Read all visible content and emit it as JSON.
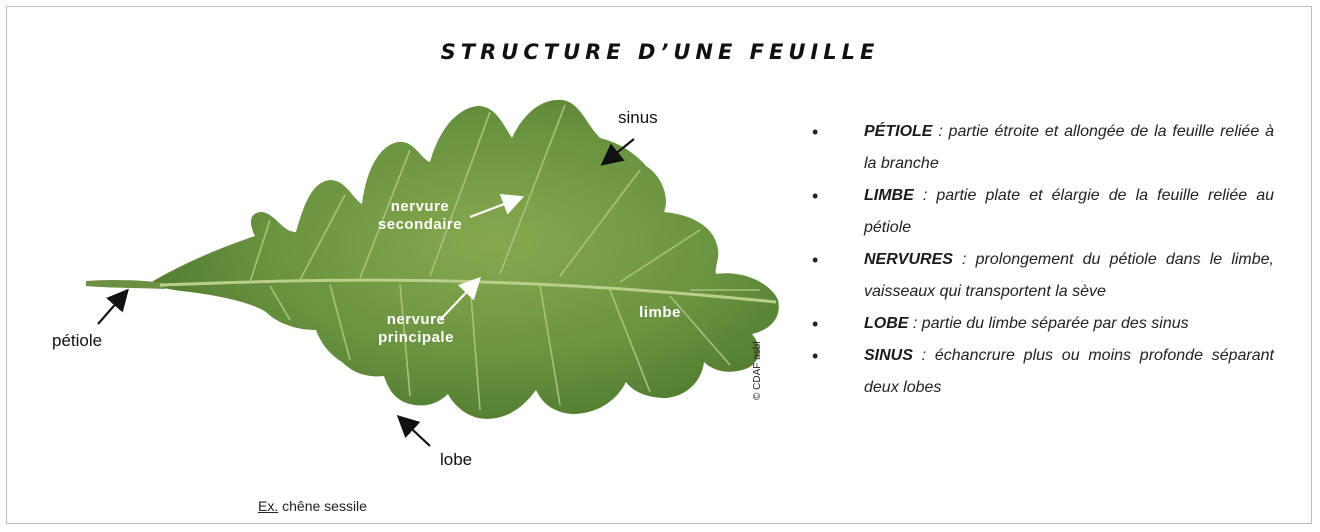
{
  "title": "STRUCTURE D’UNE FEUILLE",
  "labels": {
    "sinus": "sinus",
    "nervure_secondaire": [
      "nervure",
      "secondaire"
    ],
    "nervure_principale": [
      "nervure",
      "principale"
    ],
    "limbe": "limbe",
    "petiole": "pétiole",
    "lobe": "lobe"
  },
  "credit": "© CDAF asbl",
  "example": {
    "prefix": "Ex.",
    "text": " chêne sessile"
  },
  "definitions": [
    {
      "term": "PÉTIOLE",
      "text": " : partie étroite et allongée de la feuille reliée à la branche"
    },
    {
      "term": "LIMBE",
      "text": " : partie plate et élargie de la feuille reliée au pétiole"
    },
    {
      "term": "NERVURES",
      "text": " : prolongement du pétiole dans le limbe, vaisseaux qui transportent la sève"
    },
    {
      "term": "LOBE",
      "text": " : partie du limbe séparée par des sinus"
    },
    {
      "term": "SINUS",
      "text": " : échancrure plus ou moins profonde séparant deux lobes"
    }
  ],
  "bullet": "•",
  "colors": {
    "leaf_dark": "#4f7a2e",
    "leaf_light": "#86a94f",
    "vein": "#b9cf8a",
    "text": "#222222"
  }
}
